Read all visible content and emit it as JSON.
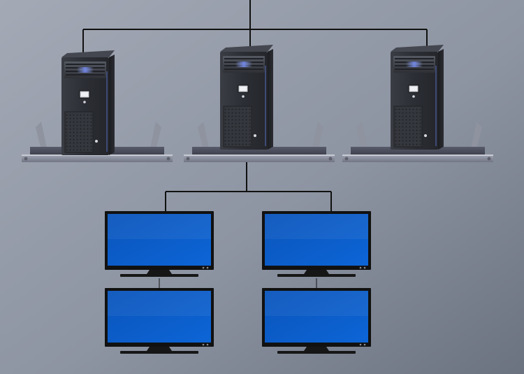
{
  "diagram": {
    "background": {
      "top_left": "#a3a9b5",
      "center": "#8d94a2",
      "bottom_right": "#6b7280"
    },
    "connector_color": "#111111",
    "server_body_color": "#2a2c31",
    "server_glow_color": "#6f8bff",
    "shelf_color": "#6c6e7d",
    "monitor_screen_color": "#0d5fc9",
    "monitor_frame_color": "#111111",
    "servers": [
      {
        "name": "server-left",
        "icon": "server-tower-icon"
      },
      {
        "name": "server-center",
        "icon": "server-tower-icon"
      },
      {
        "name": "server-right",
        "icon": "server-tower-icon"
      }
    ],
    "monitors": [
      {
        "name": "monitor-top-left",
        "icon": "monitor-icon"
      },
      {
        "name": "monitor-top-right",
        "icon": "monitor-icon"
      },
      {
        "name": "monitor-bottom-left",
        "icon": "monitor-icon"
      },
      {
        "name": "monitor-bottom-right",
        "icon": "monitor-icon"
      }
    ]
  }
}
